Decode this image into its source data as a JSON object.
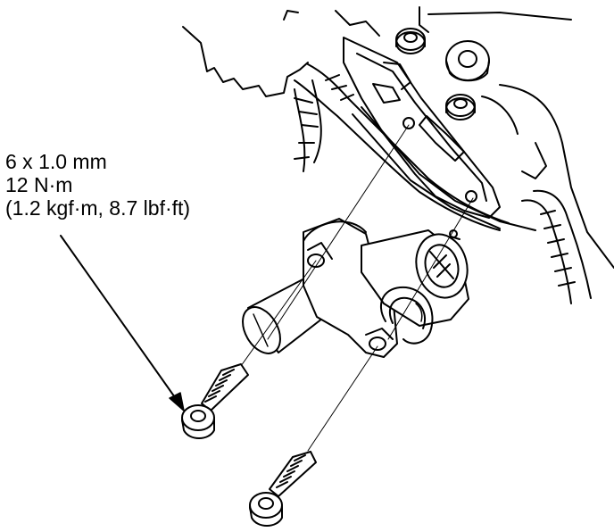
{
  "torque_spec": {
    "bolt_size": "6 x 1.0 mm",
    "torque_metric": "12 N·m",
    "torque_alt": "(1.2 kgf·m, 8.7 lbf·ft)"
  },
  "colors": {
    "ink": "#000000",
    "paper": "#ffffff",
    "shade": "#d9d9d9"
  }
}
